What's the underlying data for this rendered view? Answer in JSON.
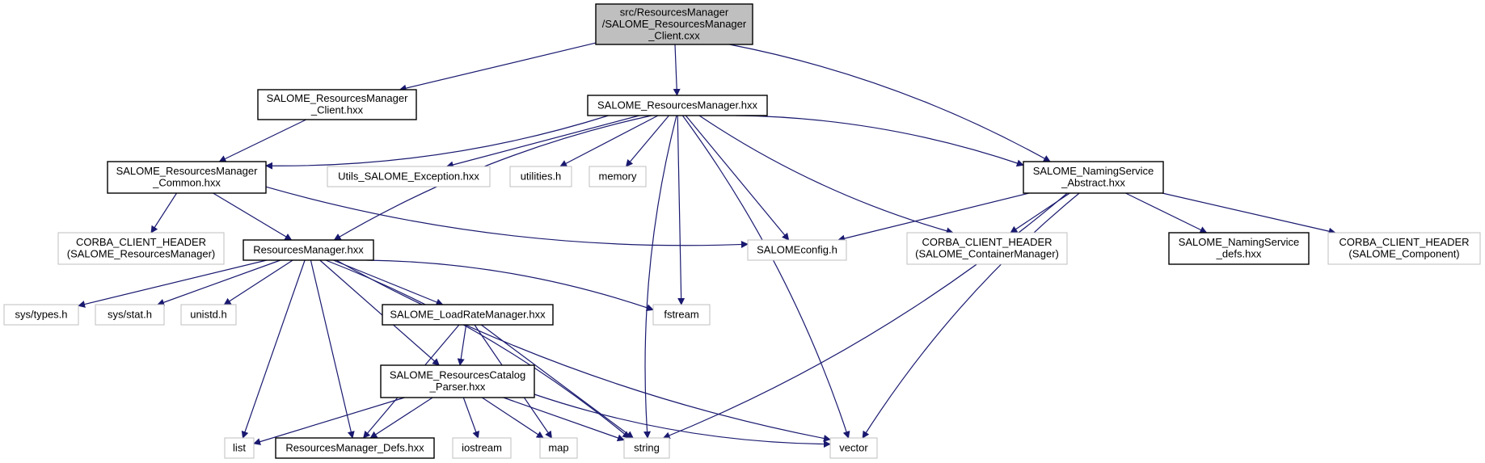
{
  "diagram": {
    "type": "include-dependency-graph",
    "colors": {
      "edge": "#191970",
      "root_fill": "#bfbfbf",
      "documented_border": "#000000",
      "external_border": "#bfbfbf",
      "node_fill": "#ffffff"
    },
    "nodes": [
      {
        "id": "root",
        "lines": [
          "src/ResourcesManager",
          "/SALOME_ResourcesManager",
          "_Client.cxx"
        ],
        "kind": "root"
      },
      {
        "id": "client_hxx",
        "lines": [
          "SALOME_ResourcesManager",
          "_Client.hxx"
        ],
        "kind": "documented"
      },
      {
        "id": "rm_hxx",
        "lines": [
          "SALOME_ResourcesManager.hxx"
        ],
        "kind": "documented"
      },
      {
        "id": "common_hxx",
        "lines": [
          "SALOME_ResourcesManager",
          "_Common.hxx"
        ],
        "kind": "documented"
      },
      {
        "id": "utils_exc",
        "lines": [
          "Utils_SALOME_Exception.hxx"
        ],
        "kind": "external"
      },
      {
        "id": "utilities_h",
        "lines": [
          "utilities.h"
        ],
        "kind": "external"
      },
      {
        "id": "memory",
        "lines": [
          "memory"
        ],
        "kind": "external"
      },
      {
        "id": "ns_abstract",
        "lines": [
          "SALOME_NamingService",
          "_Abstract.hxx"
        ],
        "kind": "documented"
      },
      {
        "id": "corba_rm",
        "lines": [
          "CORBA_CLIENT_HEADER",
          "(SALOME_ResourcesManager)"
        ],
        "kind": "external"
      },
      {
        "id": "resmgr_hxx",
        "lines": [
          "ResourcesManager.hxx"
        ],
        "kind": "documented"
      },
      {
        "id": "salomeconfig",
        "lines": [
          "SALOMEconfig.h"
        ],
        "kind": "external"
      },
      {
        "id": "corba_cm",
        "lines": [
          "CORBA_CLIENT_HEADER",
          "(SALOME_ContainerManager)"
        ],
        "kind": "external"
      },
      {
        "id": "ns_defs",
        "lines": [
          "SALOME_NamingService",
          "_defs.hxx"
        ],
        "kind": "documented"
      },
      {
        "id": "corba_comp",
        "lines": [
          "CORBA_CLIENT_HEADER",
          "(SALOME_Component)"
        ],
        "kind": "external"
      },
      {
        "id": "sys_types",
        "lines": [
          "sys/types.h"
        ],
        "kind": "external"
      },
      {
        "id": "sys_stat",
        "lines": [
          "sys/stat.h"
        ],
        "kind": "external"
      },
      {
        "id": "unistd",
        "lines": [
          "unistd.h"
        ],
        "kind": "external"
      },
      {
        "id": "loadrate",
        "lines": [
          "SALOME_LoadRateManager.hxx"
        ],
        "kind": "documented"
      },
      {
        "id": "fstream",
        "lines": [
          "fstream"
        ],
        "kind": "external"
      },
      {
        "id": "catalog_parser",
        "lines": [
          "SALOME_ResourcesCatalog",
          "_Parser.hxx"
        ],
        "kind": "documented"
      },
      {
        "id": "list",
        "lines": [
          "list"
        ],
        "kind": "external"
      },
      {
        "id": "rm_defs",
        "lines": [
          "ResourcesManager_Defs.hxx"
        ],
        "kind": "documented"
      },
      {
        "id": "iostream",
        "lines": [
          "iostream"
        ],
        "kind": "external"
      },
      {
        "id": "map",
        "lines": [
          "map"
        ],
        "kind": "external"
      },
      {
        "id": "string",
        "lines": [
          "string"
        ],
        "kind": "external"
      },
      {
        "id": "vector",
        "lines": [
          "vector"
        ],
        "kind": "external"
      }
    ],
    "edges": [
      [
        "root",
        "client_hxx"
      ],
      [
        "root",
        "rm_hxx"
      ],
      [
        "root",
        "ns_abstract"
      ],
      [
        "client_hxx",
        "common_hxx"
      ],
      [
        "rm_hxx",
        "common_hxx"
      ],
      [
        "rm_hxx",
        "utils_exc"
      ],
      [
        "rm_hxx",
        "utilities_h"
      ],
      [
        "rm_hxx",
        "memory"
      ],
      [
        "rm_hxx",
        "ns_abstract"
      ],
      [
        "rm_hxx",
        "resmgr_hxx"
      ],
      [
        "rm_hxx",
        "salomeconfig"
      ],
      [
        "rm_hxx",
        "corba_cm"
      ],
      [
        "rm_hxx",
        "fstream"
      ],
      [
        "rm_hxx",
        "string"
      ],
      [
        "rm_hxx",
        "vector"
      ],
      [
        "common_hxx",
        "corba_rm"
      ],
      [
        "common_hxx",
        "resmgr_hxx"
      ],
      [
        "common_hxx",
        "salomeconfig"
      ],
      [
        "ns_abstract",
        "salomeconfig"
      ],
      [
        "ns_abstract",
        "corba_cm"
      ],
      [
        "ns_abstract",
        "ns_defs"
      ],
      [
        "ns_abstract",
        "corba_comp"
      ],
      [
        "ns_abstract",
        "string"
      ],
      [
        "ns_abstract",
        "vector"
      ],
      [
        "resmgr_hxx",
        "sys_types"
      ],
      [
        "resmgr_hxx",
        "sys_stat"
      ],
      [
        "resmgr_hxx",
        "unistd"
      ],
      [
        "resmgr_hxx",
        "loadrate"
      ],
      [
        "resmgr_hxx",
        "fstream"
      ],
      [
        "resmgr_hxx",
        "catalog_parser"
      ],
      [
        "resmgr_hxx",
        "list"
      ],
      [
        "resmgr_hxx",
        "rm_defs"
      ],
      [
        "resmgr_hxx",
        "string"
      ],
      [
        "resmgr_hxx",
        "vector"
      ],
      [
        "loadrate",
        "catalog_parser"
      ],
      [
        "loadrate",
        "rm_defs"
      ],
      [
        "loadrate",
        "map"
      ],
      [
        "loadrate",
        "string"
      ],
      [
        "catalog_parser",
        "list"
      ],
      [
        "catalog_parser",
        "rm_defs"
      ],
      [
        "catalog_parser",
        "iostream"
      ],
      [
        "catalog_parser",
        "map"
      ],
      [
        "catalog_parser",
        "string"
      ],
      [
        "catalog_parser",
        "vector"
      ]
    ]
  }
}
